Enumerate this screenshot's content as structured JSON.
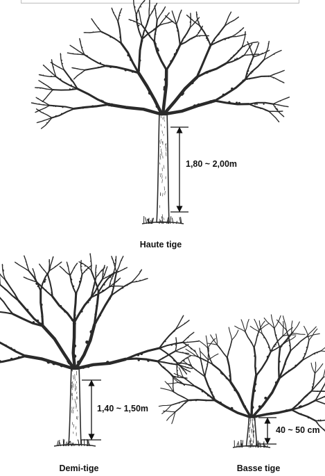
{
  "trees": [
    {
      "id": "haute",
      "label": "Haute tige",
      "height_text": "1,80 ~ 2,00m"
    },
    {
      "id": "demi",
      "label": "Demi-tige",
      "height_text": "1,40 ~ 1,50m"
    },
    {
      "id": "basse",
      "label": "Basse tige",
      "height_text": "40 ~ 50 cm"
    }
  ],
  "colors": {
    "ink": "#111111",
    "bark": "#2a2a2a",
    "background": "#ffffff"
  }
}
